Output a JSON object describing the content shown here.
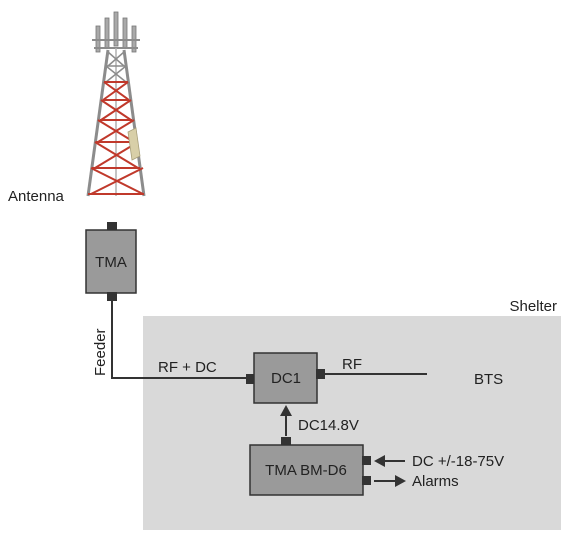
{
  "labels": {
    "antenna": "Antenna",
    "shelter": "Shelter",
    "feeder": "Feeder",
    "rf_dc": "RF + DC",
    "rf": "RF",
    "bts": "BTS",
    "dc_voltage": "DC14.8V",
    "dc_input": "DC +/-18-75V",
    "alarms": "Alarms"
  },
  "blocks": {
    "tma": "TMA",
    "dc1": "DC1",
    "tma_bm": "TMA BM-D6"
  },
  "icons": {
    "tower": "cell-tower-icon"
  },
  "colors": {
    "shelter_fill": "#d9d9d9",
    "block_fill": "#9a9a9a",
    "block_stroke": "#333333",
    "line": "#333333",
    "tower_red": "#c0392b",
    "tower_gray": "#8c8c8c"
  }
}
